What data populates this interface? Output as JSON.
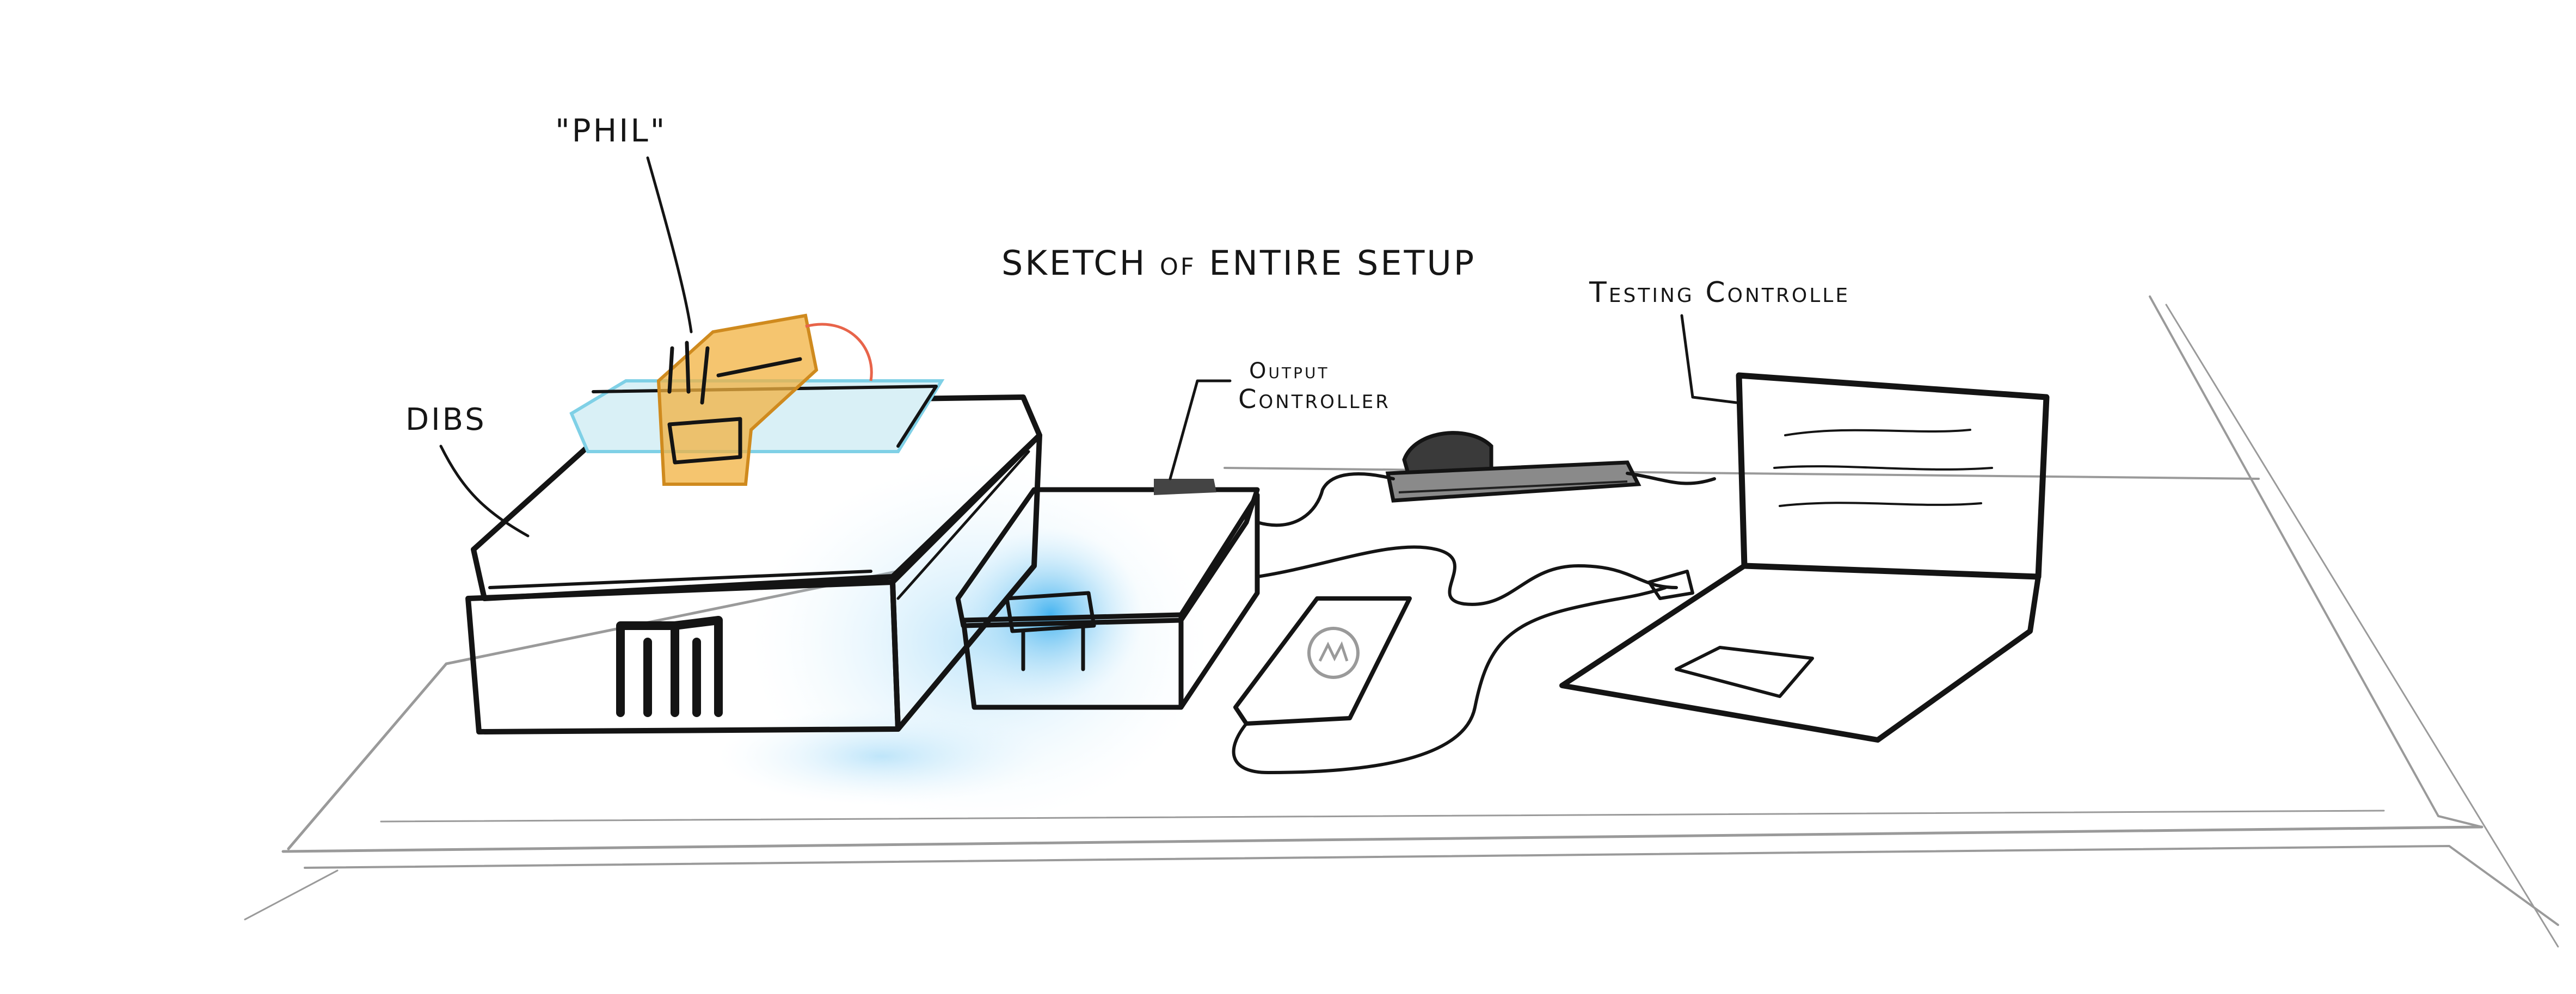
{
  "title": "SKETCH of ENTIRE SETUP",
  "labels": {
    "phil": "\"PHIL\"",
    "dibs": "DIBS",
    "output_controller_line1": "Output",
    "output_controller_line2": "Controller",
    "testing_controller": "Testing Controlle"
  },
  "colors": {
    "ink": "#141414",
    "pencil": "#9a9a9a",
    "box_fill": "#e9ebed",
    "blue_glow": "#29a8ee",
    "orange": "#f2b13f",
    "laptop_screen": "#f5c066",
    "cyan_accent": "#7fd0e6",
    "red_accent": "#e8644a"
  },
  "icons": {
    "box_logo": "m-logo-icon",
    "device_logo": "circle-m-logo-icon"
  }
}
